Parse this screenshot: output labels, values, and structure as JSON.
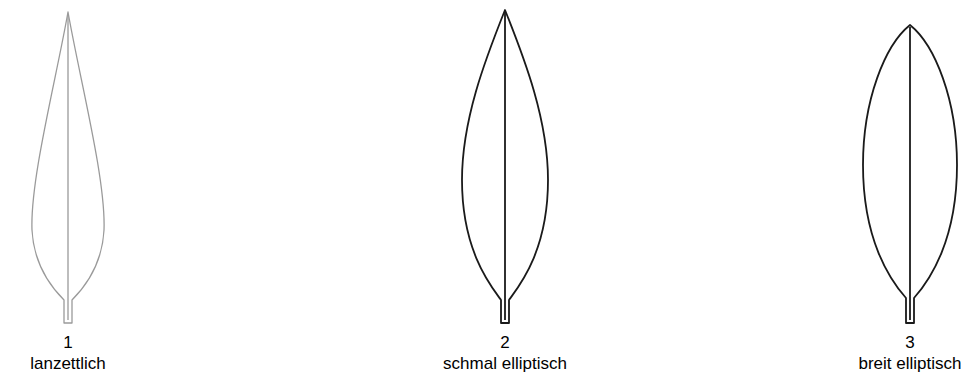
{
  "diagram": {
    "labels": [
      "1",
      "lanzettlich",
      "2",
      "schmal elliptisch",
      "3",
      "breit elliptisch"
    ]
  }
}
